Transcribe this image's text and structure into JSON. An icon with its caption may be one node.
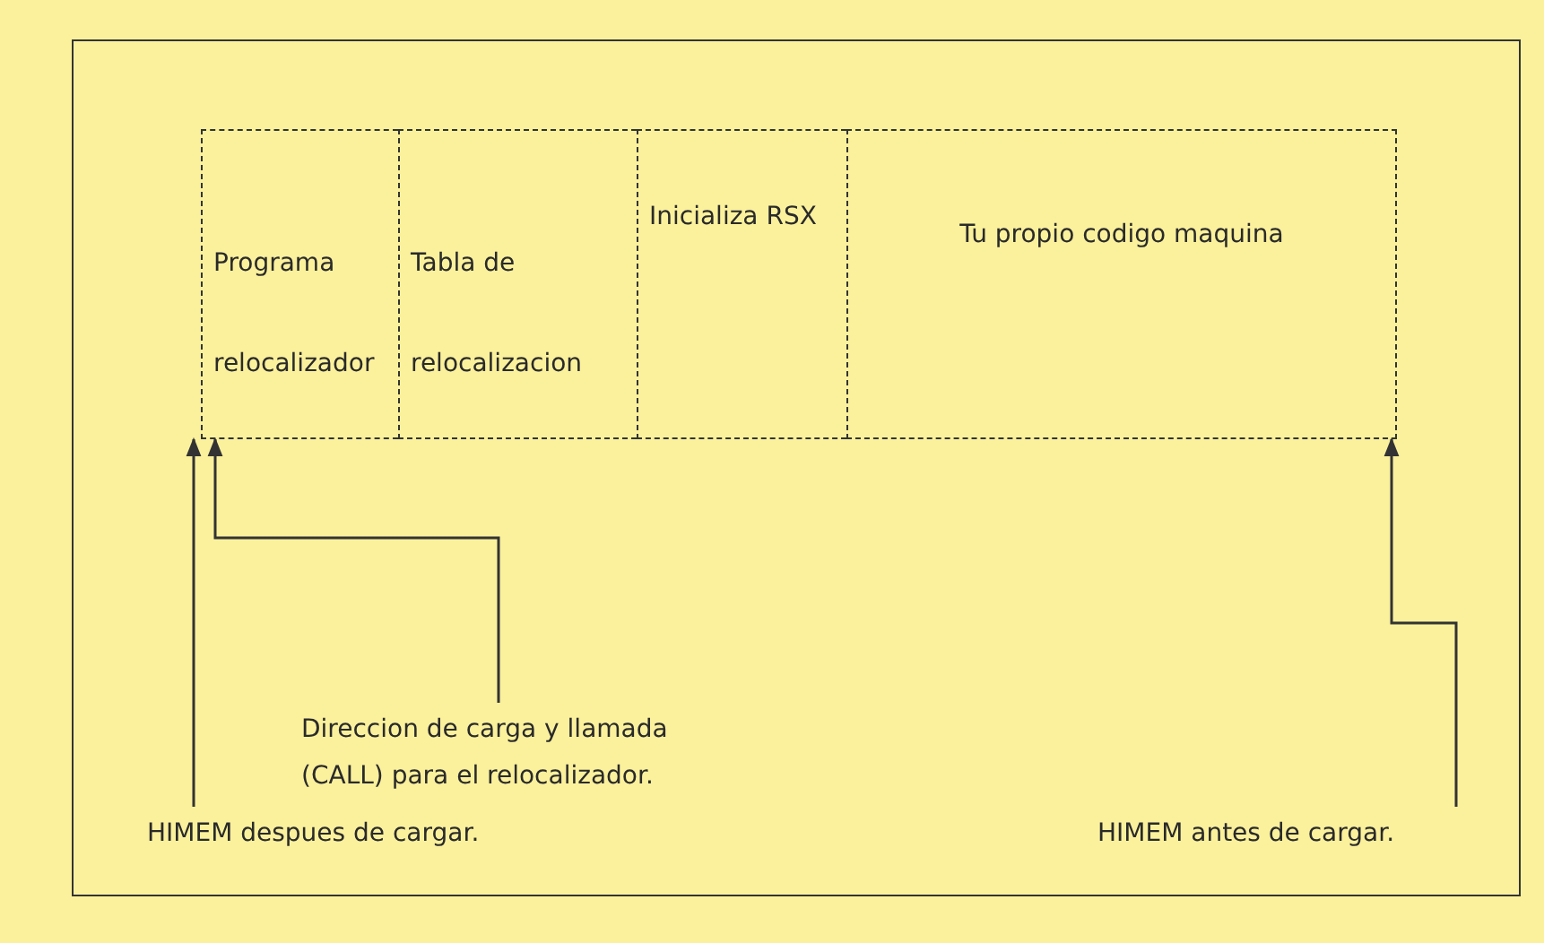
{
  "diagram": {
    "nodes": [
      {
        "text": [
          "Programa relocalizador"
        ]
      },
      {
        "text": [
          "Tabla de relocalizacion"
        ]
      },
      {
        "text": [
          "Inicializa RSX"
        ]
      },
      {
        "text": [
          "Tu propio codigo maquina"
        ]
      },
      {
        "text": [
          "Direccion de carga y llamada (CALL) para el relocalizador."
        ]
      },
      {
        "text": [
          "HIMEM despues de cargar."
        ]
      },
      {
        "text": [
          "HIMEM antes de cargar."
        ]
      }
    ],
    "edges": [
      {
        "from": 4,
        "to": 0,
        "arrow": "to"
      },
      {
        "from": 5,
        "to": 0,
        "arrow": "to"
      },
      {
        "from": 6,
        "to": 3,
        "arrow": "to"
      }
    ]
  }
}
